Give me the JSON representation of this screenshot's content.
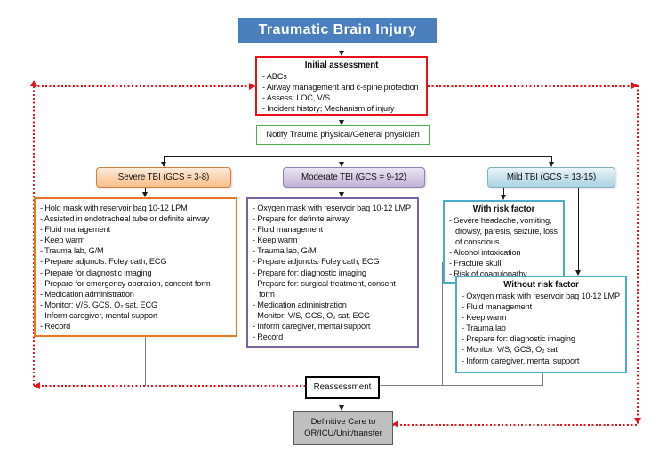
{
  "title": "Traumatic Brain Injury",
  "initial_assessment": {
    "title": "Initial assessment",
    "items": [
      "- ABCs",
      "- Airway management and c-spine protection",
      "- Assess: LOC, V/S",
      "- Incident history; Mechanism of injury"
    ]
  },
  "notify": {
    "label": "Notify Trauma physical/General physician"
  },
  "branches": {
    "severe": {
      "header": "Severe TBI (GCS = 3-8)",
      "items": [
        "- Hold mask with reservoir bag 10-12 LPM",
        "- Assisted in endotracheal tube or definite airway",
        "- Fluid management",
        "- Keep warm",
        "- Trauma lab, G/M",
        "- Prepare adjuncts: Foley cath, ECG",
        "- Prepare for diagnostic imaging",
        "- Prepare for emergency operation, consent form",
        "- Medication administration",
        "- Monitor: V/S, GCS, O₂ sat, ECG",
        "- Inform caregiver, mental support",
        "- Record"
      ]
    },
    "moderate": {
      "header": "Moderate TBI (GCS = 9-12)",
      "items": [
        "- Oxygen mask with reservoir bag 10-12 LMP",
        "- Prepare for definite airway",
        "- Fluid management",
        "- Keep warm",
        "- Trauma lab, G/M",
        "- Prepare adjuncts: Foley cath, ECG",
        "- Prepare for: diagnostic imaging",
        "- Prepare for: surgical treatment, consent form",
        "- Medication administration",
        "- Monitor: V/S, GCS, O₂ sat, ECG",
        "- Inform caregiver, mental support",
        "- Record"
      ]
    },
    "mild": {
      "header": "Mild TBI (GCS = 13-15)",
      "with_risk": {
        "title": "With risk factor",
        "items": [
          "- Severe headache, vomiting, drowsy, paresis, seizure, loss of conscious",
          "- Alcohol intoxication",
          "- Fracture skull",
          "- Risk of coagulopathy"
        ]
      },
      "without_risk": {
        "title": "Without risk factor",
        "items": [
          "- Oxygen mask with reservoir bag 10-12 LMP",
          "- Fluid management",
          "- Keep warm",
          "- Trauma lab",
          "- Prepare for: diagnostic imaging",
          "- Monitor: V/S, GCS, O₂ sat",
          "- Inform caregiver, mental support"
        ]
      }
    }
  },
  "reassessment": {
    "label": "Reassessment"
  },
  "definitive_care": {
    "label": "Definitive Care to OR/ICU/Unit/transfer"
  },
  "colors": {
    "title_bg": "#4a7ebc",
    "initial_border": "#e8111a",
    "notify_border": "#4cb052",
    "severe_border": "#e87722",
    "moderate_border": "#7d62a1",
    "mild_border": "#4bacc6",
    "definitive_bg": "#bfbfbf",
    "connector_gray": "#7f7f7f",
    "feedback_dashed": "#e8111a"
  }
}
